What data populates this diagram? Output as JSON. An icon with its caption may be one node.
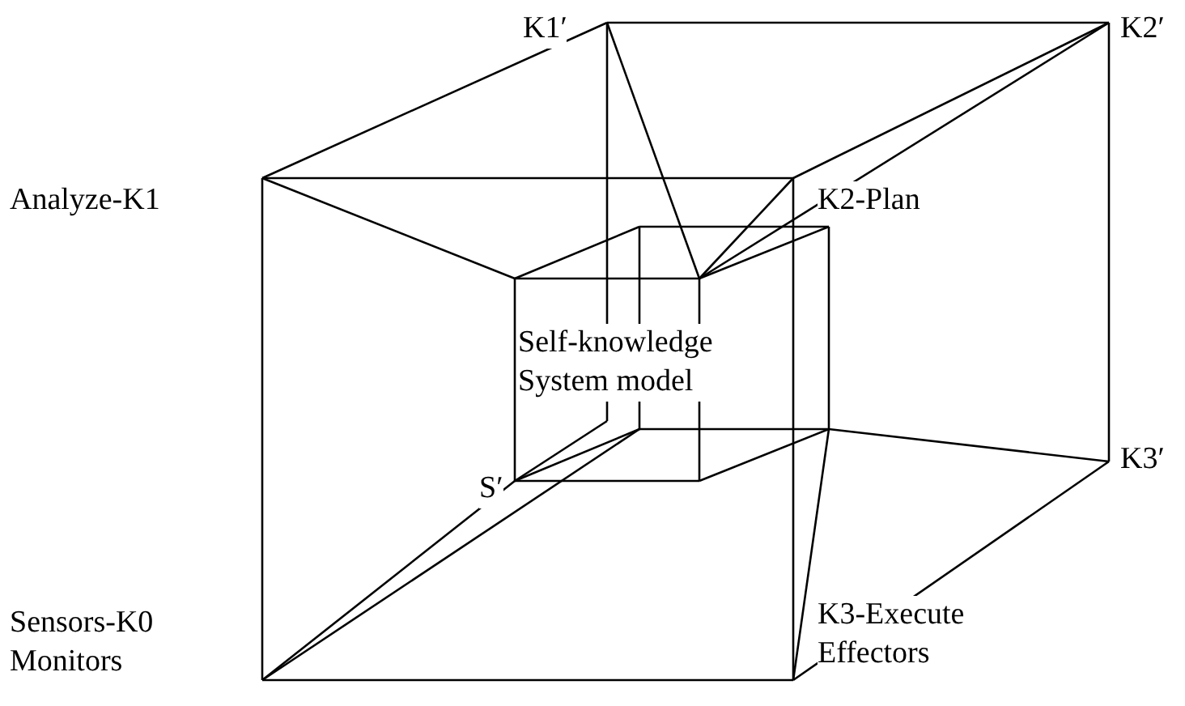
{
  "diagram": {
    "labels": [
      "K1′",
      "K2′",
      "Analyze-K1",
      "K2-Plan",
      "Self-knowledge System model",
      "K3′",
      "S′",
      "Sensors-K0 Monitors",
      "K3-Execute Effectors"
    ]
  }
}
